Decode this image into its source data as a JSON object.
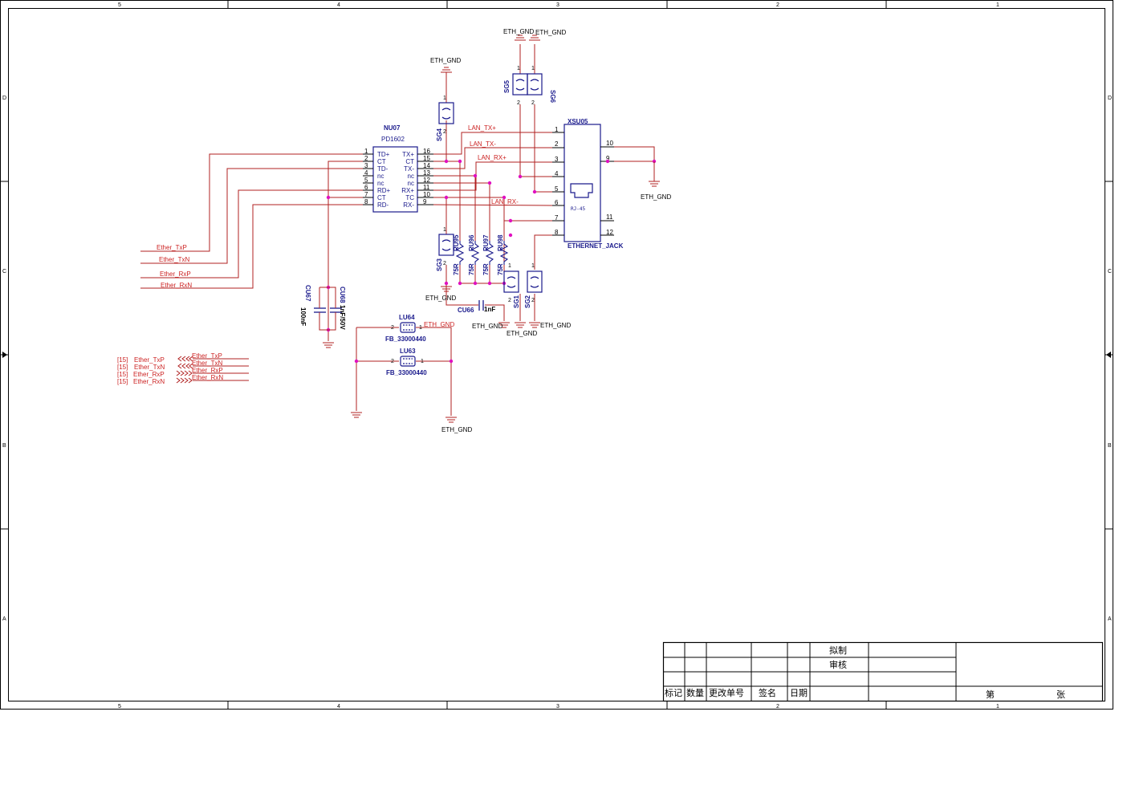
{
  "frame": {
    "col_labels": [
      "5",
      "4",
      "3",
      "2",
      "1"
    ],
    "row_labels": [
      "D",
      "C",
      "B",
      "A"
    ]
  },
  "nu07": {
    "ref": "NU07",
    "part": "PD1602",
    "left_pins": [
      {
        "num": "1",
        "name": "TD+"
      },
      {
        "num": "2",
        "name": "CT"
      },
      {
        "num": "3",
        "name": "TD-"
      },
      {
        "num": "4",
        "name": "nc"
      },
      {
        "num": "5",
        "name": "nc"
      },
      {
        "num": "6",
        "name": "RD+"
      },
      {
        "num": "7",
        "name": "CT"
      },
      {
        "num": "8",
        "name": "RD-"
      }
    ],
    "right_pins": [
      {
        "num": "16",
        "name": "TX+"
      },
      {
        "num": "15",
        "name": "CT"
      },
      {
        "num": "14",
        "name": "TX-"
      },
      {
        "num": "13",
        "name": "nc"
      },
      {
        "num": "12",
        "name": "nc"
      },
      {
        "num": "11",
        "name": "RX+"
      },
      {
        "num": "10",
        "name": "TC"
      },
      {
        "num": "9",
        "name": "RX-"
      }
    ]
  },
  "xsu05": {
    "ref": "XSU05",
    "part": "ETHERNET_JACK",
    "inner": "RJ-45",
    "left_pins": [
      "1",
      "2",
      "3",
      "4",
      "5",
      "6",
      "7",
      "8"
    ],
    "right_pins": [
      "10",
      "9",
      "11",
      "12"
    ]
  },
  "nets": {
    "lan_tx_p": "LAN_TX+",
    "lan_tx_n": "LAN_TX-",
    "lan_rx_p": "LAN_RX+",
    "lan_rx_n": "LAN_RX-",
    "ether_txp": "Ether_TxP",
    "ether_txn": "Ether_TxN",
    "ether_rxp": "Ether_RxP",
    "ether_rxn": "Ether_RxN",
    "eth_gnd": "ETH_GND"
  },
  "sg": {
    "sg1": "SG1",
    "sg2": "SG2",
    "sg3": "SG3",
    "sg4": "SG4",
    "sg5": "SG5",
    "sg6": "SG6",
    "pin1": "1",
    "pin2": "2"
  },
  "resistors": [
    {
      "ref": "RU95",
      "value": "75R"
    },
    {
      "ref": "RU96",
      "value": "75R"
    },
    {
      "ref": "RU97",
      "value": "75R"
    },
    {
      "ref": "RU98",
      "value": "75R"
    }
  ],
  "caps": {
    "cu66": {
      "ref": "CU66",
      "value": "1nF"
    },
    "cu67": {
      "ref": "CU67",
      "value": "100nF"
    },
    "cu68": {
      "ref": "CU68",
      "value": "1nF/50V"
    }
  },
  "ferrites": {
    "lu64": {
      "ref": "LU64",
      "part": "FB_33000440"
    },
    "lu63": {
      "ref": "LU63",
      "part": "FB_33000440"
    },
    "pin1": "1",
    "pin2": "2"
  },
  "offpage": {
    "sheet": "[15]",
    "ports": [
      "Ether_TxP",
      "Ether_TxN",
      "Ether_RxP",
      "Ether_RxN"
    ]
  },
  "titleblock": {
    "draft": "拟制",
    "review": "审核",
    "mark": "标记",
    "qty": "数量",
    "change_no": "更改单号",
    "sign": "签名",
    "date": "日期",
    "sheet_prefix": "第",
    "sheet_suffix": "张"
  }
}
